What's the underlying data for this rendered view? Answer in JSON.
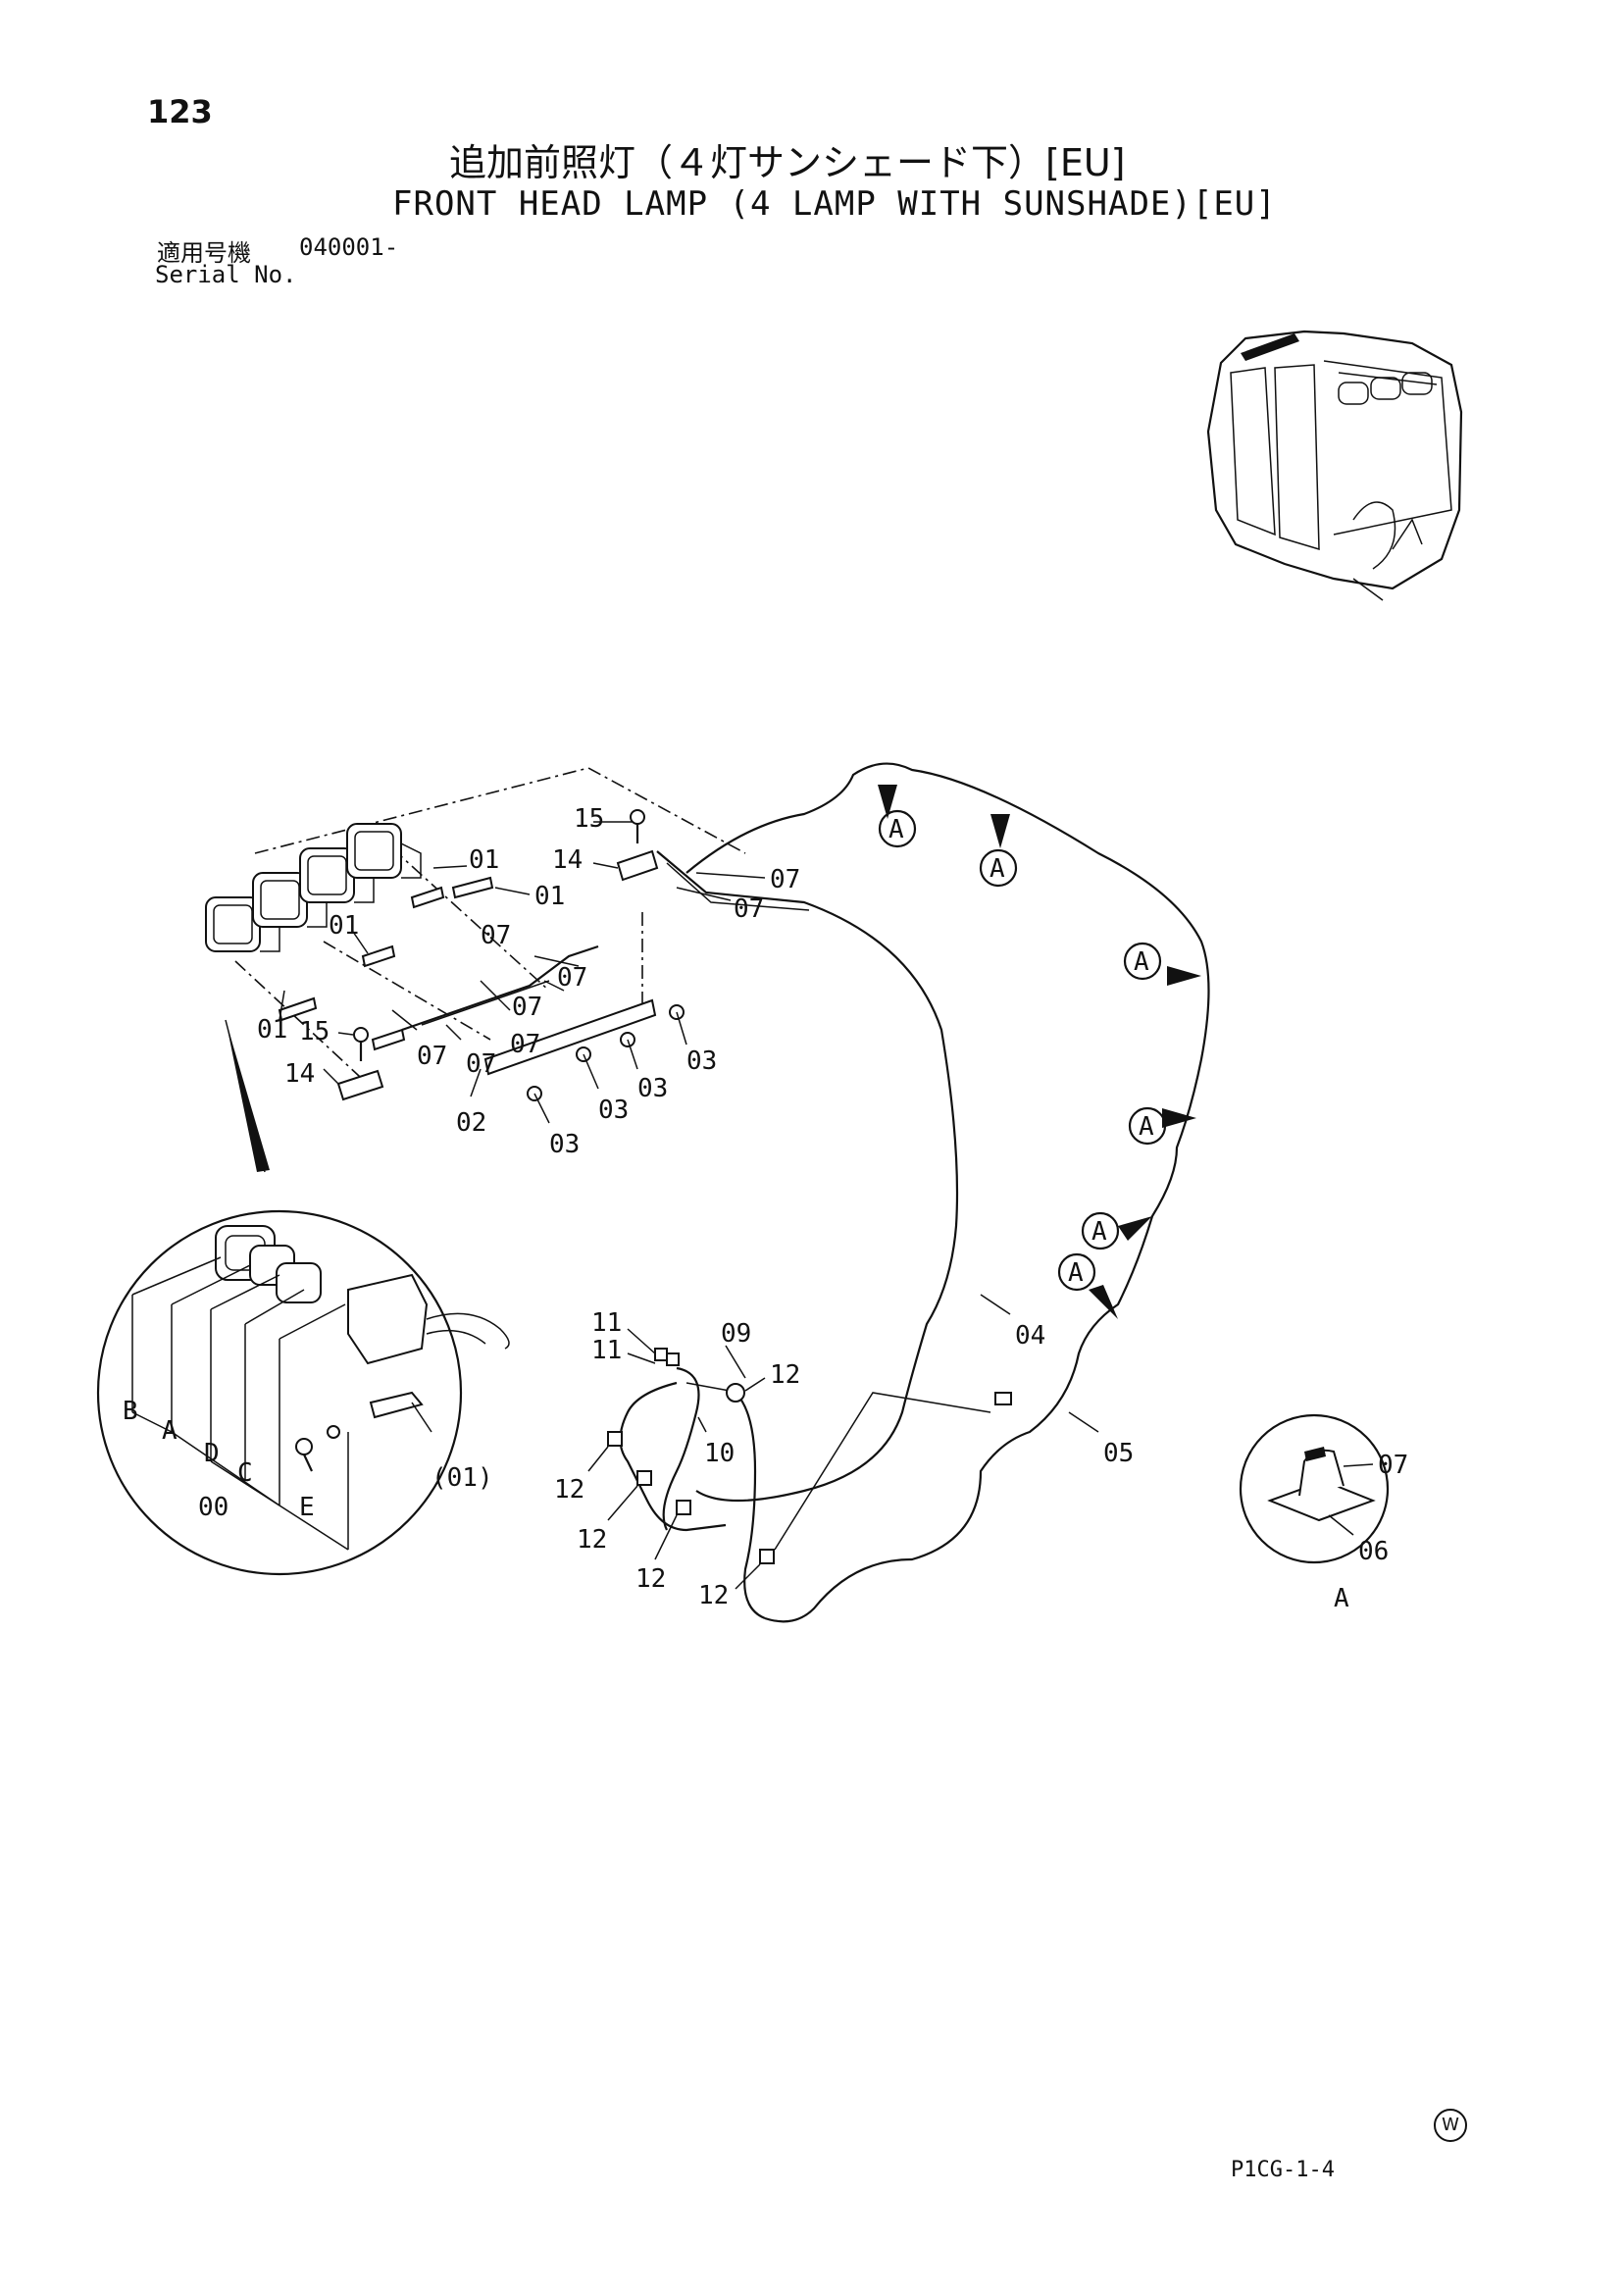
{
  "header": {
    "page_number": "123",
    "title_jp": "追加前照灯（４灯サンシェード下）[EU]",
    "title_en": "FRONT HEAD LAMP (4 LAMP WITH SUNSHADE)[EU]",
    "serial_label_jp": "適用号機",
    "serial_number": "040001-",
    "serial_label_en": "Serial No."
  },
  "callouts": {
    "c01a": "01",
    "c01b": "01",
    "c01c": "01",
    "c01d": "01",
    "c07a": "07",
    "c07b": "07",
    "c07c": "07",
    "c07d": "07",
    "c07e": "07",
    "c07f": "07",
    "c07g": "07",
    "c07h": "07",
    "c15a": "15",
    "c15b": "15",
    "c14a": "14",
    "c14b": "14",
    "c02": "02",
    "c03a": "03",
    "c03b": "03",
    "c03c": "03",
    "c03d": "03",
    "c04": "04",
    "c05": "05",
    "c06": "06",
    "c09": "09",
    "c10": "10",
    "c11a": "11",
    "c11b": "11",
    "c12a": "12",
    "c12b": "12",
    "c12c": "12",
    "c12d": "12",
    "c12e": "12",
    "detail_01": "(01)",
    "letter_B": "B",
    "letter_A": "A",
    "letter_D": "D",
    "letter_C": "C",
    "letter_00": "00",
    "letter_E": "E",
    "detail_A_label": "A",
    "view_markers": [
      "A",
      "A",
      "A",
      "A",
      "A",
      "A"
    ]
  },
  "footer": {
    "code": "P1CG-1-4",
    "watermark": "W"
  }
}
